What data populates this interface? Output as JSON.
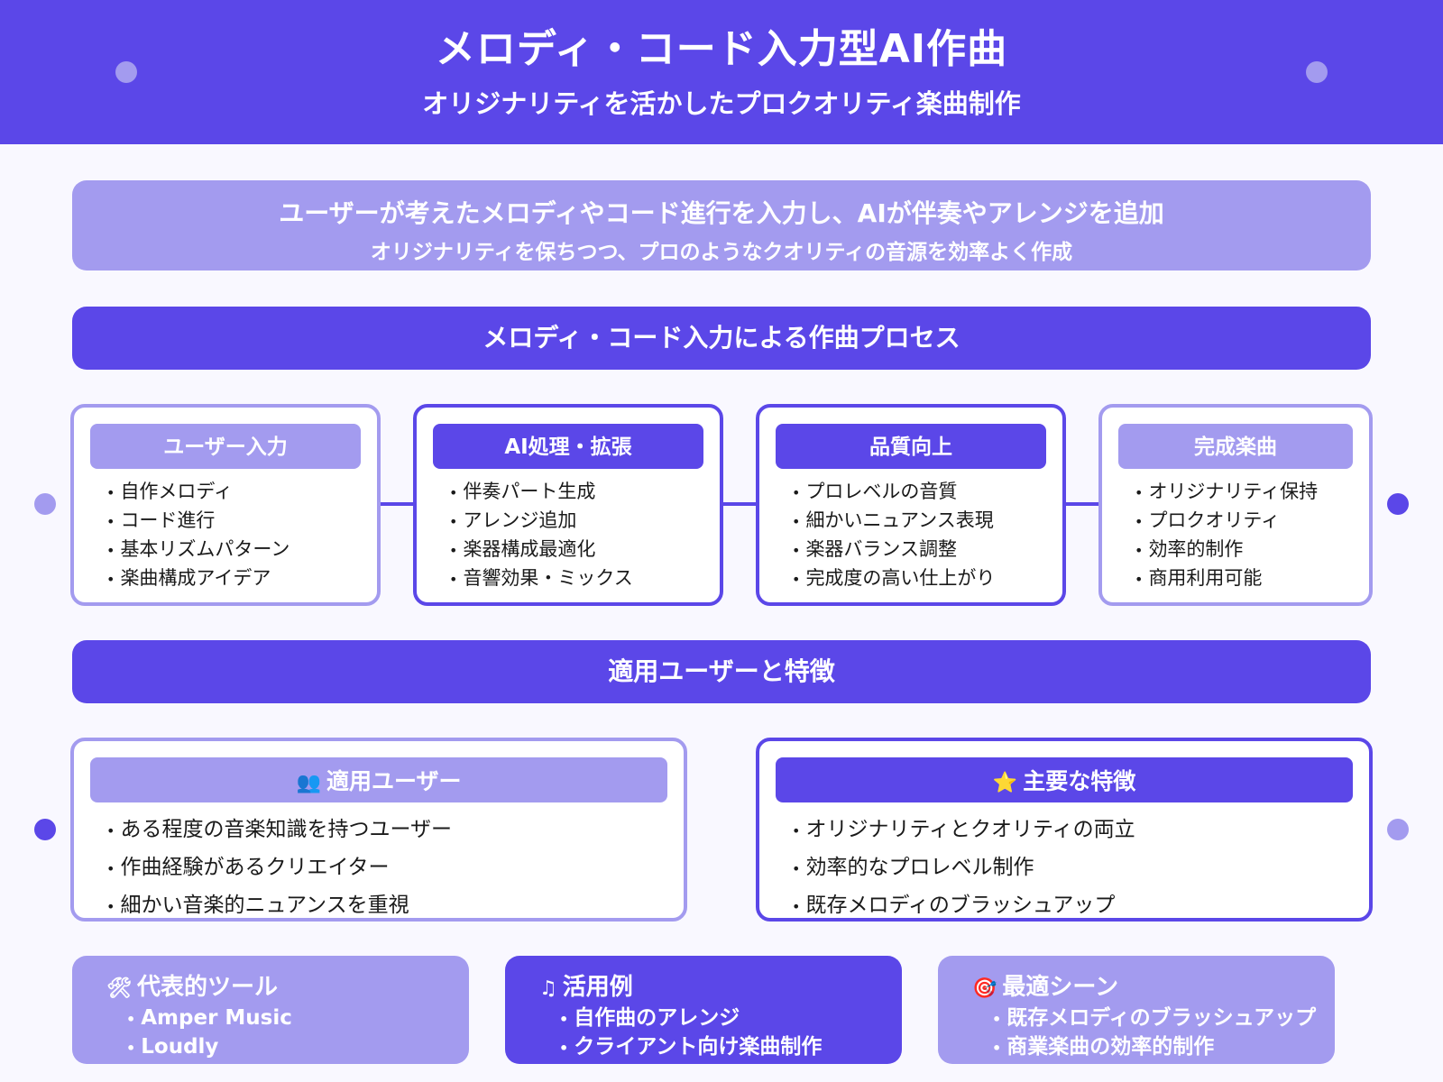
{
  "colors": {
    "primary": "#5b47e8",
    "light": "#a39bef",
    "background": "#f9f8ff",
    "text": "#1a1a1a"
  },
  "header": {
    "title": "メロディ・コード入力型AI作曲",
    "subtitle": "オリジナリティを活かしたプロクオリティ楽曲制作"
  },
  "intro": {
    "line1": "ユーザーが考えたメロディやコード進行を入力し、AIが伴奏やアレンジを追加",
    "line2": "オリジナリティを保ちつつ、プロのようなクオリティの音源を効率よく作成"
  },
  "process": {
    "title": "メロディ・コード入力による作曲プロセス",
    "steps": [
      {
        "title": "ユーザー入力",
        "items": [
          "自作メロディ",
          "コード進行",
          "基本リズムパターン",
          "楽曲構成アイデア"
        ]
      },
      {
        "title": "AI処理・拡張",
        "items": [
          "伴奏パート生成",
          "アレンジ追加",
          "楽器構成最適化",
          "音響効果・ミックス"
        ]
      },
      {
        "title": "品質向上",
        "items": [
          "プロレベルの音質",
          "細かいニュアンス表現",
          "楽器バランス調整",
          "完成度の高い仕上がり"
        ]
      },
      {
        "title": "完成楽曲",
        "items": [
          "オリジナリティ保持",
          "プロクオリティ",
          "効率的制作",
          "商用利用可能"
        ]
      }
    ]
  },
  "users_features": {
    "title": "適用ユーザーと特徴",
    "users": {
      "icon": "👥",
      "title": "適用ユーザー",
      "items": [
        "ある程度の音楽知識を持つユーザー",
        "作曲経験があるクリエイター",
        "細かい音楽的ニュアンスを重視"
      ]
    },
    "features": {
      "icon": "⭐",
      "title": "主要な特徴",
      "items": [
        "オリジナリティとクオリティの両立",
        "効率的なプロレベル制作",
        "既存メロディのブラッシュアップ"
      ]
    }
  },
  "cards": [
    {
      "icon": "🛠",
      "title": "代表的ツール",
      "items": [
        "Amper Music",
        "Loudly"
      ]
    },
    {
      "icon": "♫",
      "title": "活用例",
      "items": [
        "自作曲のアレンジ",
        "クライアント向け楽曲制作"
      ]
    },
    {
      "icon": "🎯",
      "title": "最適シーン",
      "items": [
        "既存メロディのブラッシュアップ",
        "商業楽曲の効率的制作"
      ]
    }
  ]
}
